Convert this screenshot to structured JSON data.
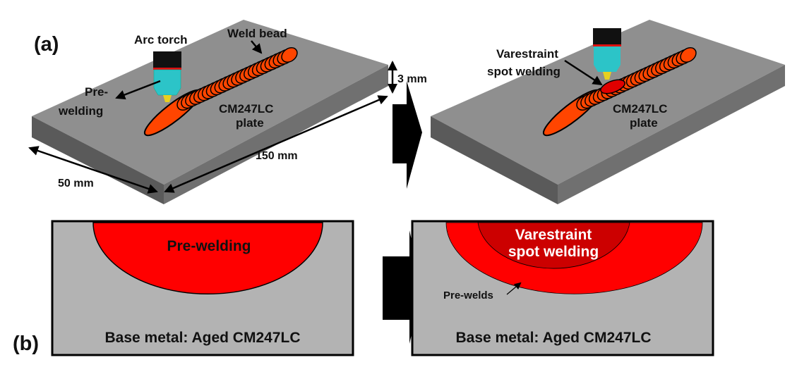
{
  "panel_a": {
    "label": "(a)",
    "left": {
      "torch_label": "Arc torch",
      "bead_label": "Weld bead",
      "pre_welding_line1": "Pre-",
      "pre_welding_line2": "welding",
      "plate_line1": "CM247LC",
      "plate_line2": "plate",
      "dim_width": "50 mm",
      "dim_length": "150 mm",
      "dim_thickness": "3 mm"
    },
    "right": {
      "spot_line1": "Varestraint",
      "spot_line2": "spot welding",
      "plate_line1": "CM247LC",
      "plate_line2": "plate"
    }
  },
  "panel_b": {
    "label": "(b)",
    "left": {
      "weld_label": "Pre-welding",
      "base_label": "Base metal: Aged CM247LC"
    },
    "right": {
      "spot_line1": "Varestraint",
      "spot_line2": "spot welding",
      "prewelds_label": "Pre-welds",
      "base_label": "Base metal: Aged CM247LC"
    }
  },
  "colors": {
    "plate_top": "#8f8f8f",
    "plate_front": "#5a5a5a",
    "plate_side": "#707070",
    "bead": "#ff4500",
    "torch_body": "#2cc4c8",
    "nozzle": "#e8d020",
    "base_metal": "#b3b3b3",
    "weld_red": "#ff0000",
    "spot_dark_red": "#cc0000"
  }
}
